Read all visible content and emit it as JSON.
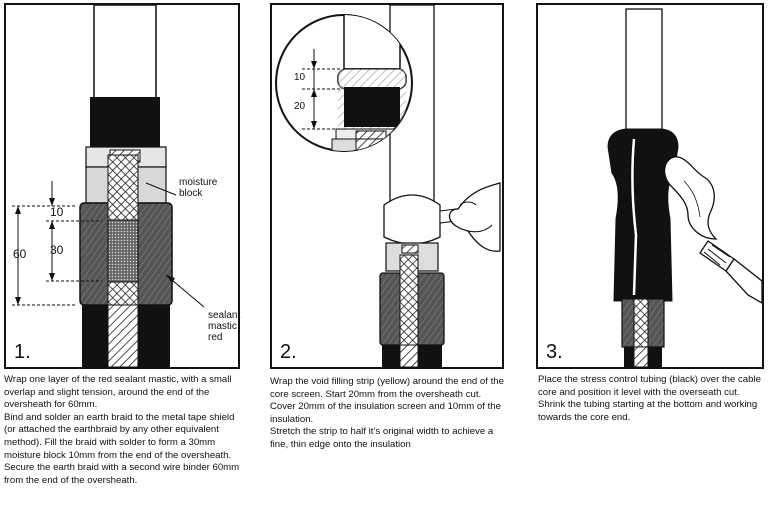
{
  "panels": [
    {
      "number": "1.",
      "labels": {
        "moisture_block": "moisture block",
        "sealant_mastic": "sealant mastic red",
        "dim_10": "10",
        "dim_30": "30",
        "dim_60": "60"
      },
      "caption": [
        "Wrap one layer of the red sealant mastic, with a small overlap and slight tension, around the end of the oversheath for 60mm.",
        "Bind and solder an earth braid to the metal tape shield (or attached the earthbraid by any other equivalent method). Fill the braid with solder to form a 30mm moisture block 10mm from the end of the oversheath. Secure the earth braid with a second wire binder 60mm from the end of the oversheath."
      ]
    },
    {
      "number": "2.",
      "labels": {
        "dim_10": "10",
        "dim_20": "20"
      },
      "caption": [
        "Wrap the void filling strip (yellow) around the end of the core screen. Start 20mm from the oversheath cut. Cover 20mm of the insulation screen and 10mm of the insulation.",
        "Stretch the strip to half it’s original width to achieve a fine, thin edge onto the insulation"
      ]
    },
    {
      "number": "3.",
      "caption": [
        "Place the stress control tubing (black) over the cable core and position it level with the overseath cut. Shrink the tubing starting at the bottom and working towards the core end."
      ]
    }
  ],
  "colors": {
    "ink": "#111111",
    "hatch": "#777777",
    "paper": "#ffffff"
  }
}
